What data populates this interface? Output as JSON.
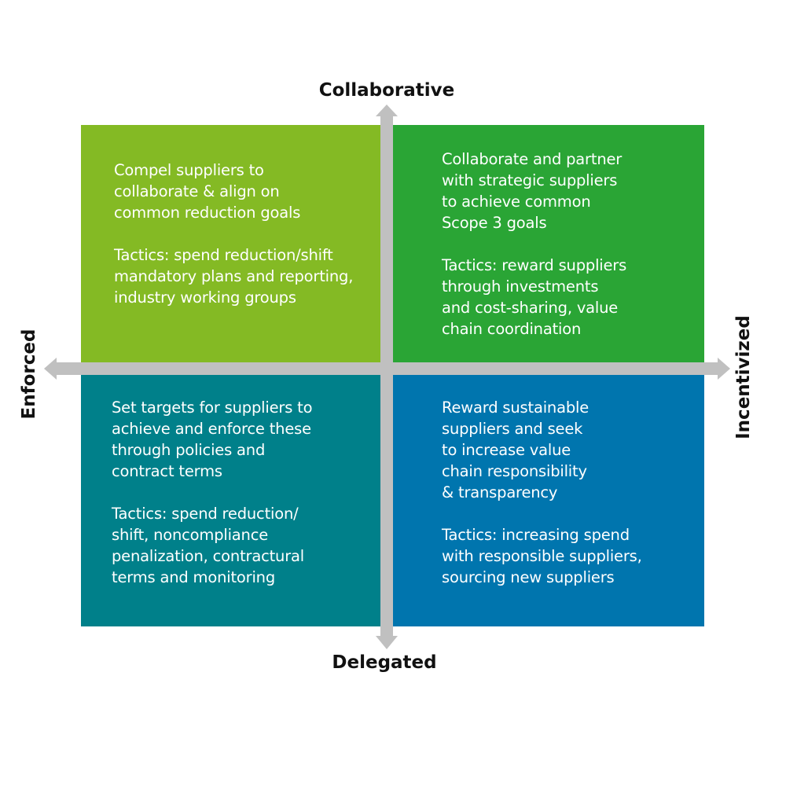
{
  "colors": {
    "top_left": "#84BA24",
    "top_right": "#2AA535",
    "bottom_left": "#00808A",
    "bottom_right": "#0075AE",
    "axis": "#C0C0C0",
    "label_text": "#111111"
  },
  "axes": {
    "top": "Collaborative",
    "bottom": "Delegated",
    "left": "Enforced",
    "right": "Incentivized"
  },
  "quadrants": {
    "top_left": {
      "description": "Compel suppliers to\ncollaborate & align on\ncommon reduction goals",
      "tactics": "Tactics: spend reduction/shift\nmandatory plans and reporting,\nindustry working groups"
    },
    "top_right": {
      "description": "Collaborate and partner\nwith strategic suppliers\nto achieve common\nScope 3 goals",
      "tactics": "Tactics: reward suppliers\nthrough investments\nand cost-sharing, value\nchain coordination"
    },
    "bottom_left": {
      "description": "Set targets for suppliers to\nachieve and enforce these\nthrough policies and\ncontract terms",
      "tactics": "Tactics: spend reduction/\nshift, noncompliance\npenalization, contractural\nterms and monitoring"
    },
    "bottom_right": {
      "description": "Reward sustainable\nsuppliers and seek\nto increase value\nchain responsibility\n& transparency",
      "tactics": "Tactics: increasing spend\nwith responsible suppliers,\nsourcing new suppliers"
    }
  }
}
